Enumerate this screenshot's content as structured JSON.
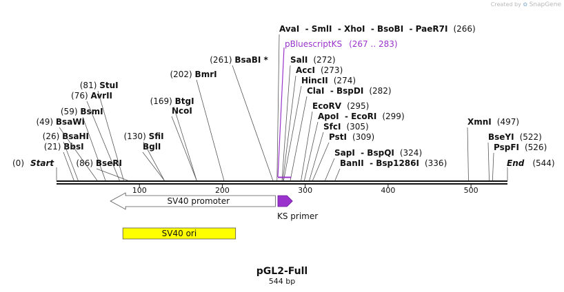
{
  "credit": {
    "prefix": "Created by",
    "brand": "SnapGene",
    "icon": "snapgene-logo-icon"
  },
  "map": {
    "name": "pGL2-Full",
    "length_label": "544 bp",
    "length": 544,
    "ruler": {
      "ticks": [
        100,
        200,
        300,
        400,
        500
      ]
    },
    "ends": [
      {
        "pos": 0,
        "label": "Start",
        "number": "(0)"
      },
      {
        "pos": 544,
        "label": "End",
        "number": "(544)"
      }
    ],
    "sites": [
      {
        "pos": 21,
        "name": "BbsI",
        "number": "(21)"
      },
      {
        "pos": 26,
        "name": "BsaHI",
        "number": "(26)"
      },
      {
        "pos": 49,
        "name": "BsaWI",
        "number": "(49)"
      },
      {
        "pos": 59,
        "name": "BsmI",
        "number": "(59)"
      },
      {
        "pos": 76,
        "name": "AvrII",
        "number": "(76)"
      },
      {
        "pos": 81,
        "name": "StuI",
        "number": "(81)"
      },
      {
        "pos": 86,
        "name": "BseRI",
        "number": "(86)"
      },
      {
        "pos": 130,
        "name": "BglI",
        "number": ""
      },
      {
        "pos": 130,
        "name": "SfiI",
        "number": "(130)"
      },
      {
        "pos": 169,
        "name": "NcoI",
        "number": ""
      },
      {
        "pos": 169,
        "name": "BtgI",
        "number": "(169)"
      },
      {
        "pos": 202,
        "name": "BmrI",
        "number": "(202)"
      },
      {
        "pos": 261,
        "name": "BsaBI *",
        "number": "(261)"
      },
      {
        "pos": 266,
        "name": "AvaI  - SmlI  - XhoI  - BsoBI  - PaeR7I",
        "number": "(266)"
      },
      {
        "pos": 272,
        "name": "SalI",
        "number": "(272)"
      },
      {
        "pos": 273,
        "name": "AccI",
        "number": "(273)"
      },
      {
        "pos": 274,
        "name": "HincII",
        "number": "(274)"
      },
      {
        "pos": 282,
        "name": "ClaI  - BspDI",
        "number": "(282)"
      },
      {
        "pos": 295,
        "name": "EcoRV",
        "number": "(295)"
      },
      {
        "pos": 299,
        "name": "ApoI  - EcoRI",
        "number": "(299)"
      },
      {
        "pos": 305,
        "name": "SfcI",
        "number": "(305)"
      },
      {
        "pos": 309,
        "name": "PstI",
        "number": "(309)"
      },
      {
        "pos": 324,
        "name": "SapI  - BspQI",
        "number": "(324)"
      },
      {
        "pos": 336,
        "name": "BanII  - Bsp1286I",
        "number": "(336)"
      },
      {
        "pos": 497,
        "name": "XmnI",
        "number": "(497)"
      },
      {
        "pos": 522,
        "name": "BseYI",
        "number": "(522)"
      },
      {
        "pos": 526,
        "name": "PspFI",
        "number": "(526)"
      }
    ],
    "primer_site": {
      "name": "pBluescriptKS",
      "range": "(267 .. 283)",
      "start": 267,
      "end": 283,
      "color": "#9933cc"
    },
    "features": [
      {
        "name": "SV40 promoter",
        "start": 65,
        "end": 264,
        "direction": "reverse",
        "color": "#ffffff"
      },
      {
        "name": "KS primer",
        "start": 267,
        "end": 283,
        "direction": "forward",
        "color": "#9933cc"
      },
      {
        "name": "SV40 ori",
        "start": 80,
        "end": 216,
        "direction": "none",
        "color": "#ffff00"
      }
    ]
  }
}
